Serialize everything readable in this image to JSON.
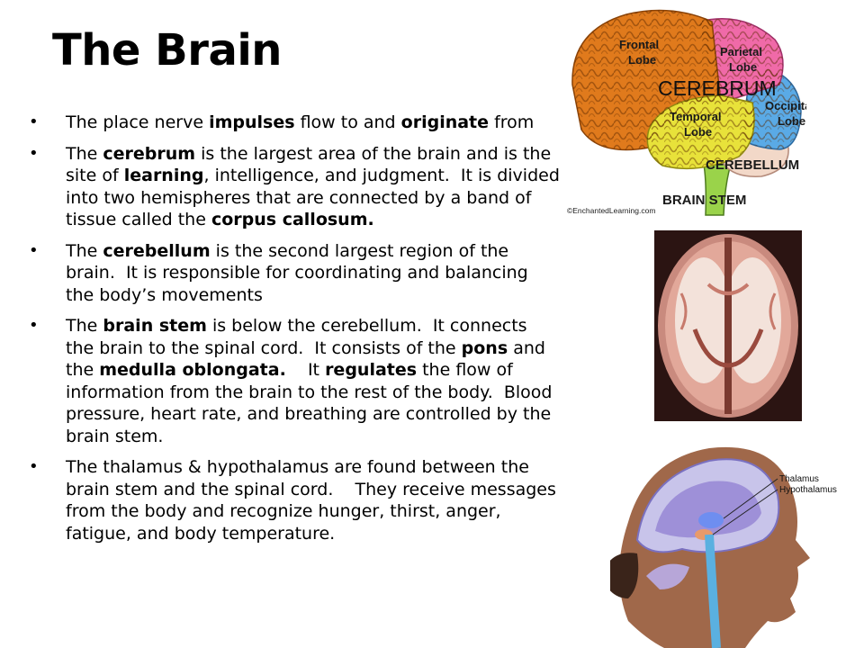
{
  "slide": {
    "title": "The Brain",
    "bullets": [
      {
        "parts": [
          {
            "t": "The place nerve "
          },
          {
            "t": "impulses",
            "b": true
          },
          {
            "t": " flow to and "
          },
          {
            "t": "originate",
            "b": true
          },
          {
            "t": " from"
          }
        ]
      },
      {
        "parts": [
          {
            "t": "The "
          },
          {
            "t": "cerebrum",
            "b": true
          },
          {
            "t": " is the largest area of the brain and is the site of "
          },
          {
            "t": "learning",
            "b": true
          },
          {
            "t": ", intelligence, and judgment.  It is divided into two hemispheres that are connected by a band of tissue called the "
          },
          {
            "t": "corpus callosum.",
            "b": true
          }
        ]
      },
      {
        "parts": [
          {
            "t": "The "
          },
          {
            "t": "cerebellum",
            "b": true
          },
          {
            "t": " is the second largest region of the brain.  It is responsible for coordinating and balancing the body’s movements"
          }
        ]
      },
      {
        "parts": [
          {
            "t": "The "
          },
          {
            "t": "brain stem",
            "b": true
          },
          {
            "t": " is below the cerebellum.  It connects the brain to the spinal cord.  It consists of the "
          },
          {
            "t": "pons",
            "b": true
          },
          {
            "t": " and the "
          },
          {
            "t": "medulla oblongata.",
            "b": true
          },
          {
            "t": "    It "
          },
          {
            "t": "regulates",
            "b": true
          },
          {
            "t": " the flow of information from the brain to the rest of the body.  Blood pressure, heart rate, and breathing are controlled by the brain stem."
          }
        ]
      },
      {
        "parts": [
          {
            "t": "The thalamus & hypothalamus are found between the brain stem and the spinal cord.    They receive messages from the body and recognize hunger, thirst, anger, fatigue, and body temperature."
          }
        ]
      }
    ],
    "bullet_symbol": "•"
  },
  "lobes_diagram": {
    "labels": {
      "frontal_1": "Frontal",
      "frontal_2": "Lobe",
      "parietal_1": "Parietal",
      "parietal_2": "Lobe",
      "cerebrum": "CEREBRUM",
      "occipital_1": "Occipital",
      "occipital_2": "Lobe",
      "temporal_1": "Temporal",
      "temporal_2": "Lobe",
      "cerebellum": "CEREBELLUM",
      "brainstem": "BRAIN STEM",
      "credit": "©EnchantedLearning.com"
    },
    "colors": {
      "frontal": "#e07a1c",
      "parietal": "#f06aa8",
      "occipital": "#5aaae6",
      "temporal": "#e8e23a",
      "cerebellum": "#f2d8c8",
      "brainstem": "#9ad34a"
    }
  },
  "head_diagram": {
    "labels": {
      "thalamus": "Thalamus",
      "hypothalamus": "Hypothalamus"
    }
  }
}
